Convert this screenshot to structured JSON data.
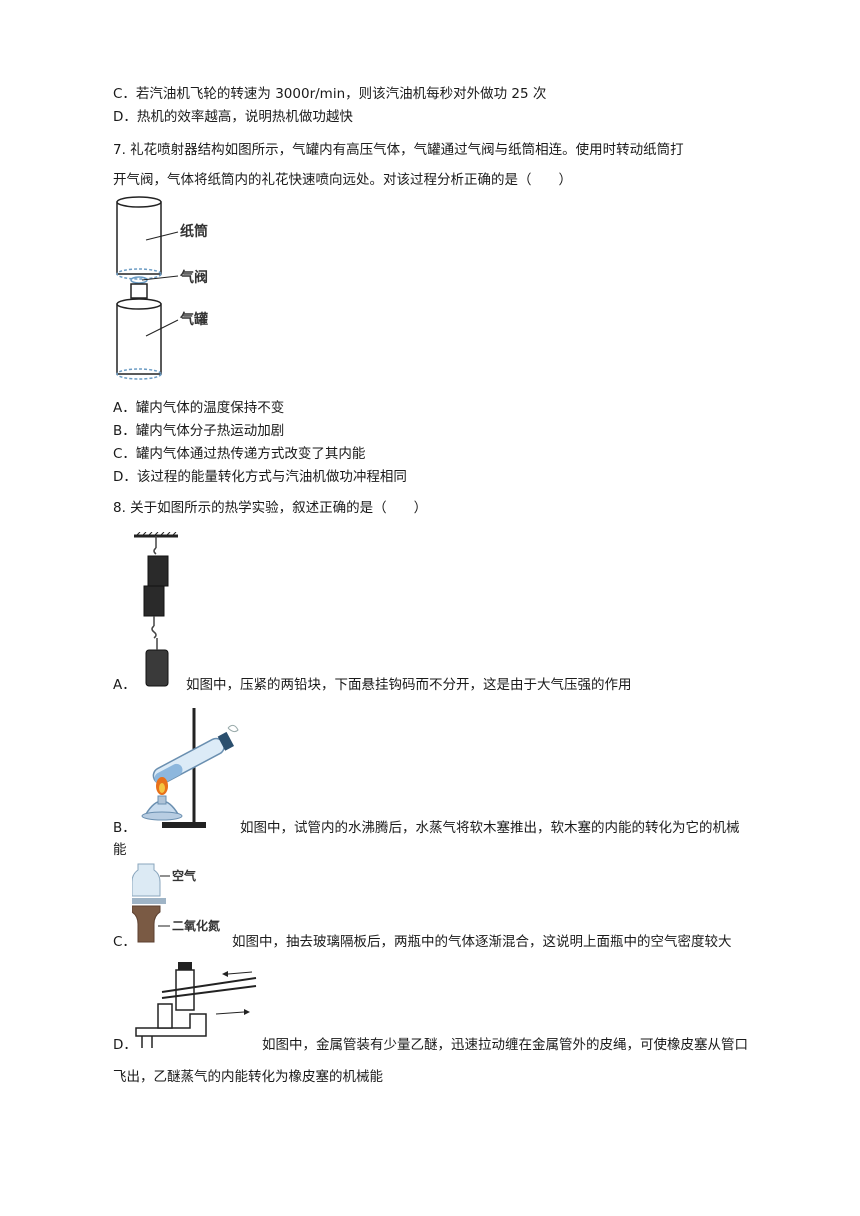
{
  "lines": {
    "q6c": "C．若汽油机飞轮的转速为 3000r/min，则该汽油机每秒对外做功 25 次",
    "q6d": "D．热机的效率越高，说明热机做功越快",
    "q7_stem_1": "7. 礼花喷射器结构如图所示，气罐内有高压气体，气罐通过气阀与纸筒相连。使用时转动纸筒打",
    "q7_stem_2": "开气阀，气体将纸筒内的礼花快速喷向远处。对该过程分析正确的是（　　）",
    "q7a": "A．罐内气体的温度保持不变",
    "q7b": "B．罐内气体分子热运动加剧",
    "q7c": "C．罐内气体通过热传递方式改变了其内能",
    "q7d": "D．该过程的能量转化方式与汽油机做功冲程相同",
    "q8_stem": "8. 关于如图所示的热学实验，叙述正确的是（　　）",
    "q8a_letter": "A．",
    "q8a_text": "如图中，压紧的两铅块，下面悬挂钩码而不分开，这是由于大气压强的作用",
    "q8b_letter": "B．",
    "q8b_text": "如图中，试管内的水沸腾后，水蒸气将软木塞推出，软木塞的内能的转化为它的机械",
    "q8b_text_2": "能",
    "q8c_letter": "C．",
    "q8c_text": "如图中，抽去玻璃隔板后，两瓶中的气体逐渐混合，这说明上面瓶中的空气密度较大",
    "q8d_letter": "D．",
    "q8d_text": "如图中，金属管装有少量乙醚，迅速拉动缠在金属管外的皮绳，可使橡皮塞从管口",
    "q8d_text_2": "飞出，乙醚蒸气的内能转化为橡皮塞的机械能"
  },
  "figure_labels": {
    "paper_tube": "纸筒",
    "valve": "气阀",
    "gas_tank": "气罐",
    "air": "空气",
    "no2": "二氧化氮"
  }
}
